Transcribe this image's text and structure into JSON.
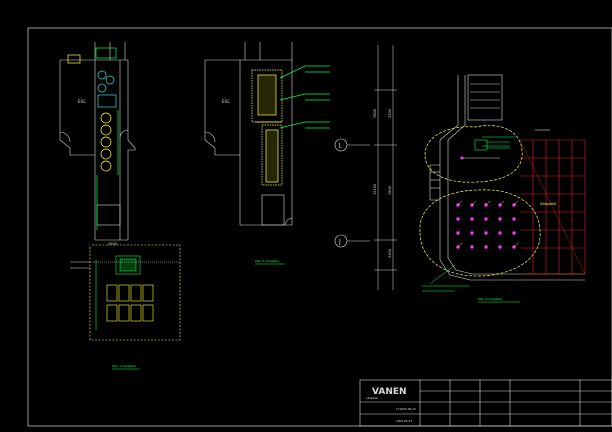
{
  "colors": {
    "background": "#000000",
    "line_white": "#d8d8d8",
    "line_green": "#00ff44",
    "line_yellow": "#ffff33",
    "line_red": "#e02020",
    "line_magenta": "#ff33ff",
    "line_cyan": "#33dddd"
  },
  "plan_left": {
    "label_mid": "ESC",
    "dim_bottom": "3900",
    "caption": "Plan 1 (illegible)"
  },
  "plan_mid": {
    "label_mid": "ESC",
    "caption": "Plan 2 (illegible)"
  },
  "plan_right": {
    "grid_L": "L",
    "grid_J": "J",
    "dim_1": "7800",
    "dim_2": "3300",
    "dim_3": "15100",
    "dim_4": "7800",
    "dim_5": "3300",
    "room_label": "(illegible)",
    "caption": "Plan 3 (illegible)"
  },
  "title_block": {
    "logo_main": "VANEN",
    "logo_sub": "(illegible)",
    "date_1": "YY.2005.06.23",
    "date_2": "2005.06.23"
  }
}
